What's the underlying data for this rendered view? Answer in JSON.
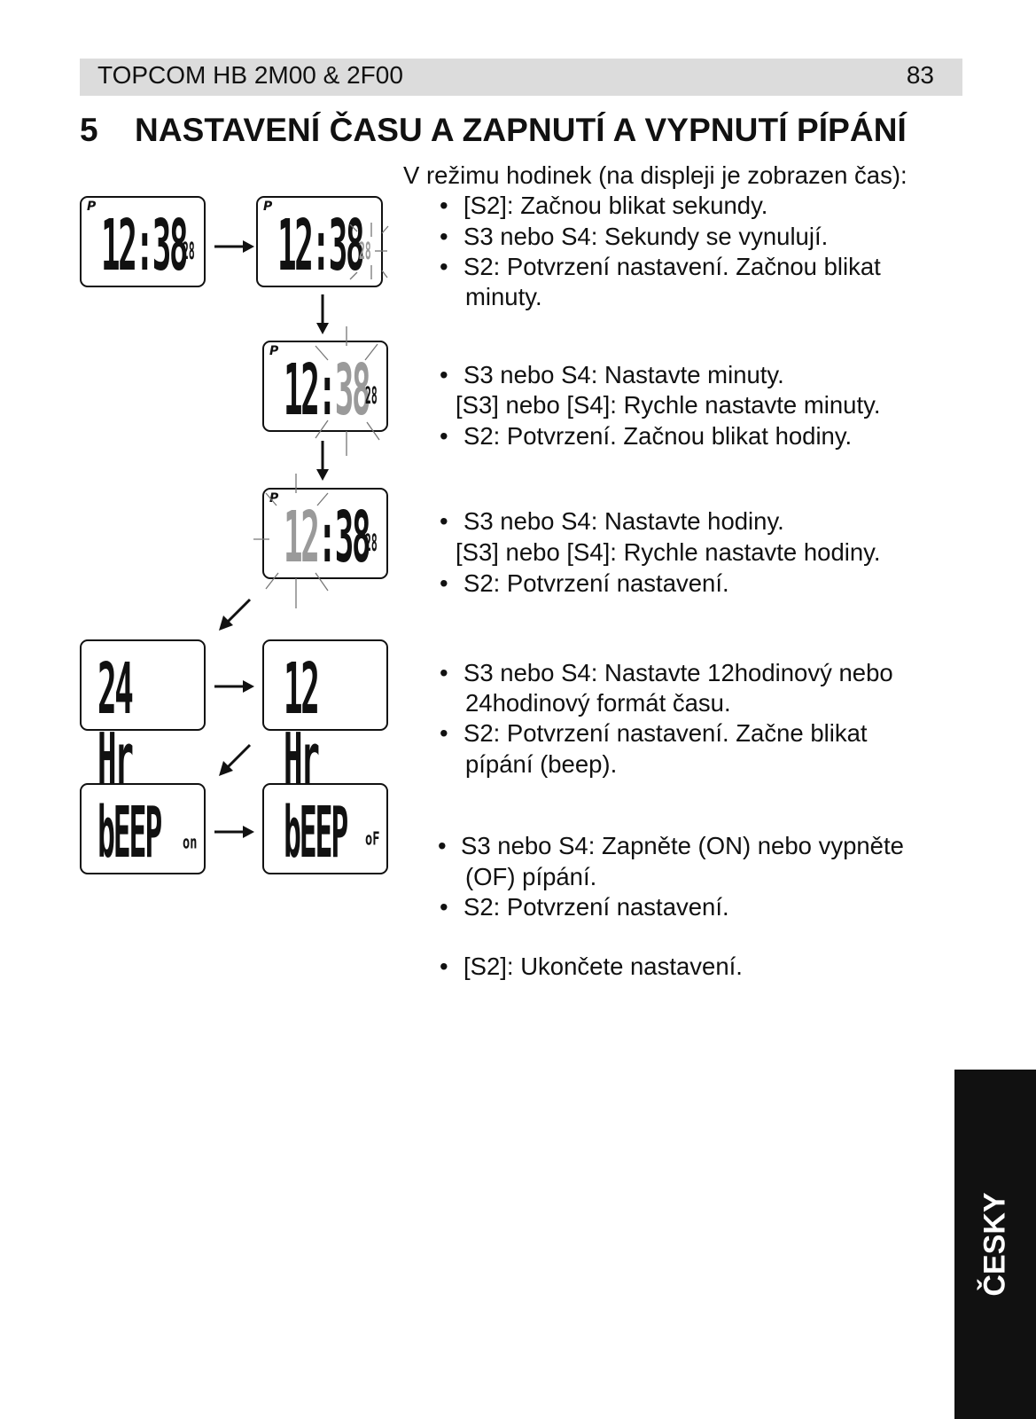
{
  "header": {
    "title": "TOPCOM HB 2M00 & 2F00",
    "page_number": "83"
  },
  "section": {
    "number": "5",
    "title": "NASTAVENÍ ČASU A ZAPNUTÍ A VYPNUTÍ PÍPÁNÍ"
  },
  "intro": "V režimu hodinek (na displeji je zobrazen čas):",
  "bullet_char": "•",
  "step1": {
    "b1": "[S2]: Začnou blikat sekundy.",
    "b2": "S3 nebo S4: Sekundy se vynulují.",
    "b3_line1": "S2: Potvrzení nastavení. Začnou blikat",
    "b3_line2": "minuty."
  },
  "step2": {
    "b1": "S3 nebo S4: Nastavte minuty.",
    "line2": "[S3] nebo [S4]: Rychle nastavte minuty.",
    "b2": "S2: Potvrzení. Začnou blikat hodiny."
  },
  "step3": {
    "b1": "S3 nebo S4: Nastavte hodiny.",
    "line2": "[S3] nebo [S4]: Rychle nastavte hodiny.",
    "b2": "S2: Potvrzení nastavení."
  },
  "step4": {
    "b1_line1": "S3 nebo S4: Nastavte 12hodinový nebo",
    "b1_line2": "24hodinový formát času.",
    "b2_line1": "S2: Potvrzení nastavení. Začne blikat",
    "b2_line2": "pípání (beep)."
  },
  "step5": {
    "b1_line1": "S3 nebo S4: Zapněte (ON) nebo vypněte",
    "b1_line2": "(OF) pípání.",
    "b2": "S2: Potvrzení nastavení."
  },
  "step6": {
    "b1": "[S2]: Ukončete nastavení."
  },
  "displays": {
    "p_indicator": "P",
    "hours": "12",
    "colon": ":",
    "minutes": "38",
    "seconds": "28",
    "fmt_24": "24 Hr",
    "fmt_12": "12 Hr",
    "beep": "bEEP",
    "beep_on": "on",
    "beep_off": "oF"
  },
  "language_tab": "ČESKY"
}
